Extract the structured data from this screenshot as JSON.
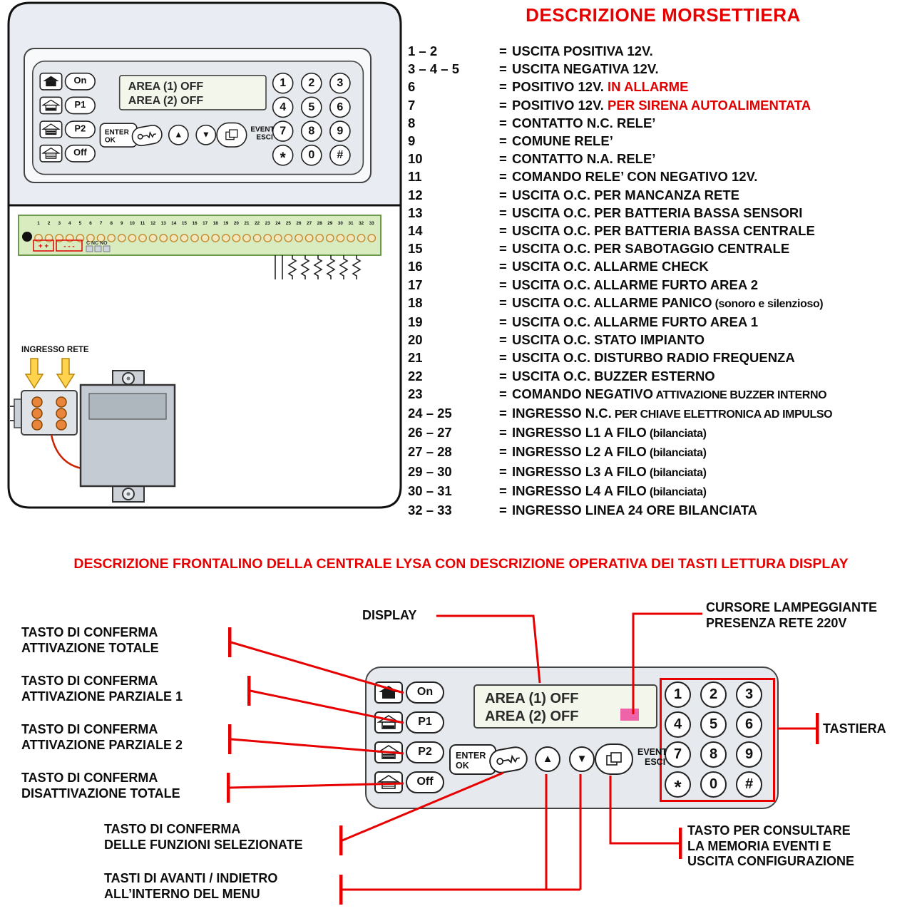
{
  "morsettiera": {
    "title": "DESCRIZIONE MORSETTIERA",
    "eq_sign": "=",
    "rows": [
      {
        "num": "1 – 2",
        "text": "USCITA POSITIVA 12V."
      },
      {
        "num": "3 – 4 – 5",
        "text": "USCITA NEGATIVA 12V."
      },
      {
        "num": "6",
        "text": "POSITIVO 12V.",
        "red": "IN ALLARME"
      },
      {
        "num": "7",
        "text": "POSITIVO 12V.",
        "red": "PER SIRENA AUTOALIMENTATA"
      },
      {
        "num": "8",
        "text": "CONTATTO N.C. RELE’"
      },
      {
        "num": "9",
        "text": "COMUNE RELE’"
      },
      {
        "num": "10",
        "text": "CONTATTO N.A. RELE’"
      },
      {
        "num": "11",
        "text": "COMANDO RELE’ CON NEGATIVO 12V."
      },
      {
        "num": "12",
        "text": "USCITA O.C. PER MANCANZA RETE"
      },
      {
        "num": "13",
        "text": "USCITA O.C. PER BATTERIA BASSA SENSORI"
      },
      {
        "num": "14",
        "text": "USCITA O.C. PER BATTERIA BASSA CENTRALE"
      },
      {
        "num": "15",
        "text": "USCITA O.C. PER SABOTAGGIO CENTRALE"
      },
      {
        "num": "16",
        "text": "USCITA O.C. ALLARME CHECK"
      },
      {
        "num": "17",
        "text": "USCITA O.C. ALLARME FURTO AREA 2"
      },
      {
        "num": "18",
        "text": "USCITA O.C. ALLARME PANICO",
        "note": "(sonoro e silenzioso)"
      },
      {
        "num": "19",
        "text": "USCITA O.C. ALLARME FURTO AREA 1"
      },
      {
        "num": "20",
        "text": "USCITA O.C. STATO IMPIANTO"
      },
      {
        "num": "21",
        "text": "USCITA O.C. DISTURBO RADIO FREQUENZA"
      },
      {
        "num": "22",
        "text": "USCITA O.C. BUZZER ESTERNO"
      },
      {
        "num": "23",
        "text": "COMANDO NEGATIVO",
        "note": "ATTIVAZIONE BUZZER INTERNO"
      },
      {
        "num": "24 – 25",
        "text": "INGRESSO N.C.",
        "note": "PER CHIAVE ELETTRONICA AD IMPULSO"
      },
      {
        "num": "26 – 27",
        "text": "INGRESSO L1 A FILO",
        "note": "(bilanciata)"
      },
      {
        "num": "27 – 28",
        "text": "INGRESSO L2 A FILO",
        "note": "(bilanciata)"
      },
      {
        "num": "29 – 30",
        "text": "INGRESSO L3 A FILO",
        "note": "(bilanciata)"
      },
      {
        "num": "30 – 31",
        "text": "INGRESSO L4 A FILO",
        "note": "(bilanciata)"
      },
      {
        "num": "32 – 33",
        "text": "INGRESSO LINEA 24 ORE BILANCIATA"
      }
    ]
  },
  "board": {
    "terminal_count": 33,
    "ingresso_rete": "INGRESSO RETE",
    "plus_label": "+ +",
    "minus_label": "- - -",
    "relay_labels": "C  NC  NO"
  },
  "keypad": {
    "display_line1": "AREA (1) OFF",
    "display_line2": "AREA (2) OFF",
    "btn_on": "On",
    "btn_p1": "P1",
    "btn_p2": "P2",
    "btn_off": "Off",
    "enter_line1": "ENTER",
    "enter_line2": "OK",
    "eventi_line1": "EVENTI",
    "eventi_line2": "ESCI",
    "up_icon": "▲",
    "down_icon": "▼",
    "digits": [
      "1",
      "2",
      "3",
      "4",
      "5",
      "6",
      "7",
      "8",
      "9",
      "*",
      "0",
      "#"
    ]
  },
  "frontalino": {
    "heading": "DESCRIZIONE FRONTALINO DELLA CENTRALE LYSA CON DESCRIZIONE OPERATIVA DEI TASTI LETTURA DISPLAY",
    "labels": {
      "display": "DISPLAY",
      "cursore": "CURSORE LAMPEGGIANTE\nPRESENZA RETE 220V",
      "att_totale": "TASTO DI CONFERMA\nATTIVAZIONE TOTALE",
      "att_parziale1": "TASTO DI CONFERMA\nATTIVAZIONE PARZIALE 1",
      "att_parziale2": "TASTO DI CONFERMA\nATTIVAZIONE PARZIALE 2",
      "disatt_totale": "TASTO DI CONFERMA\nDISATTIVAZIONE TOTALE",
      "tastiera": "TASTIERA",
      "conferma_funzioni": "TASTO DI CONFERMA\nDELLE FUNZIONI SELEZIONATE",
      "avanti_indietro": "TASTI DI AVANTI / INDIETRO\nALL’INTERNO DEL MENU",
      "memoria_eventi": "TASTO PER CONSULTARE\nLA MEMORIA EVENTI E\nUSCITA CONFIGURAZIONE"
    }
  },
  "colors": {
    "accent_red": "#e80000",
    "cursor_pink": "#ef64a8",
    "board_green": "#d9ecc0"
  }
}
